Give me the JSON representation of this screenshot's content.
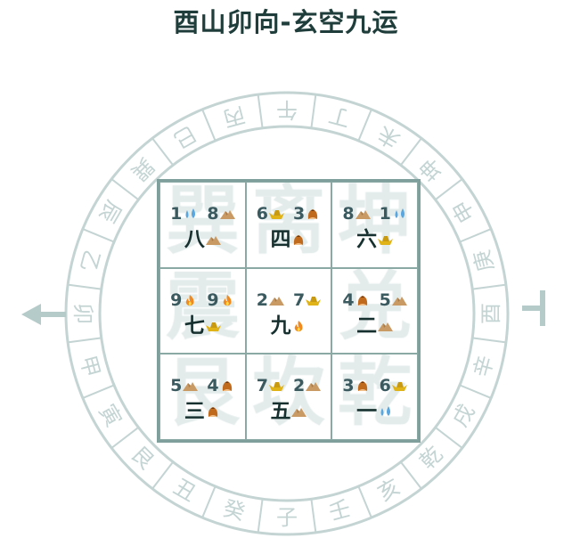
{
  "title": "酉山卯向-玄空九运",
  "ring": {
    "mountains_clockwise_from_top": [
      "午",
      "丁",
      "未",
      "坤",
      "申",
      "庚",
      "酉",
      "辛",
      "戌",
      "乾",
      "亥",
      "壬",
      "子",
      "癸",
      "丑",
      "艮",
      "寅",
      "甲",
      "卯",
      "乙",
      "辰",
      "巽",
      "巳",
      "丙"
    ],
    "facing": "卯",
    "sitting": "酉",
    "color": "#c3d4d3"
  },
  "element_icons": {
    "1": "water-drop",
    "2": "mountain",
    "3": "chestnut",
    "4": "chestnut",
    "5": "mountain",
    "6": "gold-ingot",
    "7": "gold-ingot",
    "8": "mountain",
    "9": "fire"
  },
  "cells": [
    {
      "trigram": "巽",
      "mountain": "1",
      "facing": "8",
      "period": "八",
      "period_num": "8"
    },
    {
      "trigram": "离",
      "mountain": "6",
      "facing": "3",
      "period": "四",
      "period_num": "4"
    },
    {
      "trigram": "坤",
      "mountain": "8",
      "facing": "1",
      "period": "六",
      "period_num": "6"
    },
    {
      "trigram": "震",
      "mountain": "9",
      "facing": "9",
      "period": "七",
      "period_num": "7"
    },
    {
      "trigram": "",
      "mountain": "2",
      "facing": "7",
      "period": "九",
      "period_num": "9"
    },
    {
      "trigram": "兑",
      "mountain": "4",
      "facing": "5",
      "period": "二",
      "period_num": "2"
    },
    {
      "trigram": "艮",
      "mountain": "5",
      "facing": "4",
      "period": "三",
      "period_num": "3"
    },
    {
      "trigram": "坎",
      "mountain": "7",
      "facing": "2",
      "period": "五",
      "period_num": "5"
    },
    {
      "trigram": "乾",
      "mountain": "3",
      "facing": "6",
      "period": "一",
      "period_num": "1"
    }
  ]
}
